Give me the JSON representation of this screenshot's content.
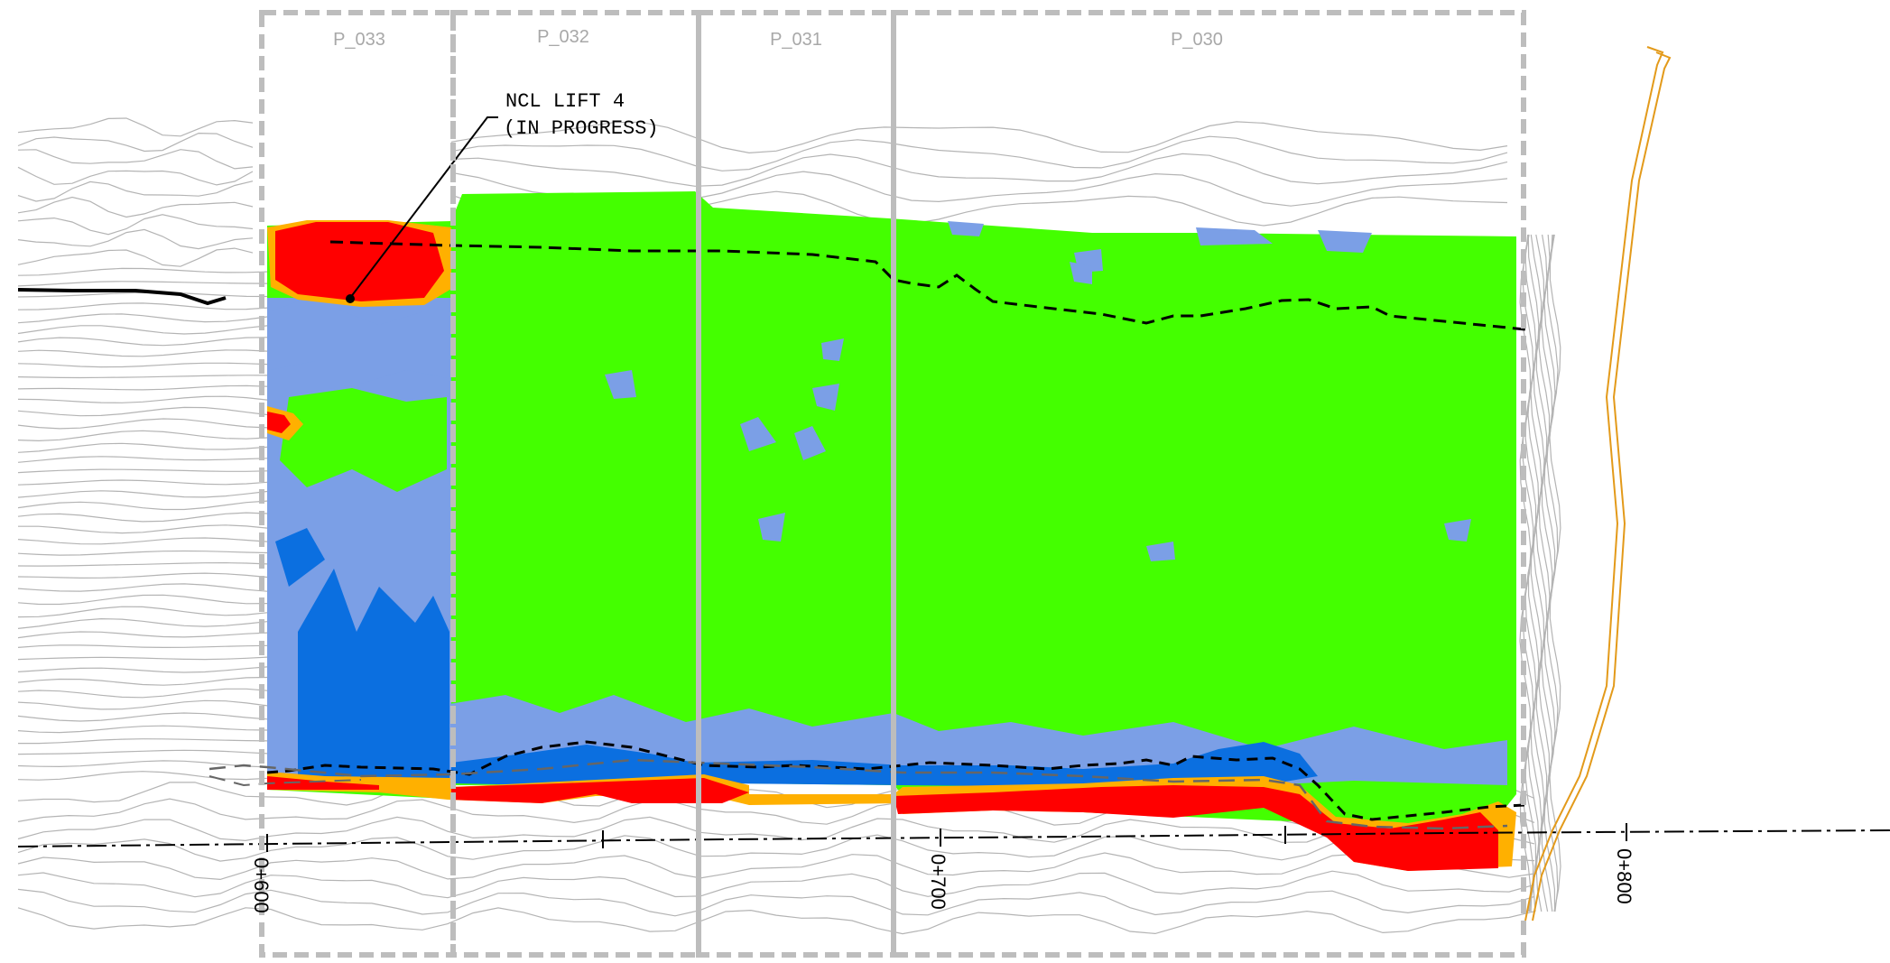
{
  "panels": [
    {
      "id": "P_033"
    },
    {
      "id": "P_032"
    },
    {
      "id": "P_031"
    },
    {
      "id": "P_030"
    }
  ],
  "annotation": {
    "line1": "NCL LIFT 4",
    "line2": "(IN PROGRESS)"
  },
  "stations": [
    {
      "label": "0+600"
    },
    {
      "label": "0+700"
    },
    {
      "label": "0+800"
    }
  ],
  "colors": {
    "panel_border": "#bdbdbd",
    "panel_label": "#a8a8a8",
    "contour": "#b4b4b4",
    "fill_green": "#44ff00",
    "fill_light_blue": "#7b9fe6",
    "fill_blue": "#0b6fe0",
    "fill_red": "#ff0000",
    "fill_orange": "#ffb000",
    "alignment_line": "#000000",
    "boundary_orange": "#e39a1a"
  }
}
